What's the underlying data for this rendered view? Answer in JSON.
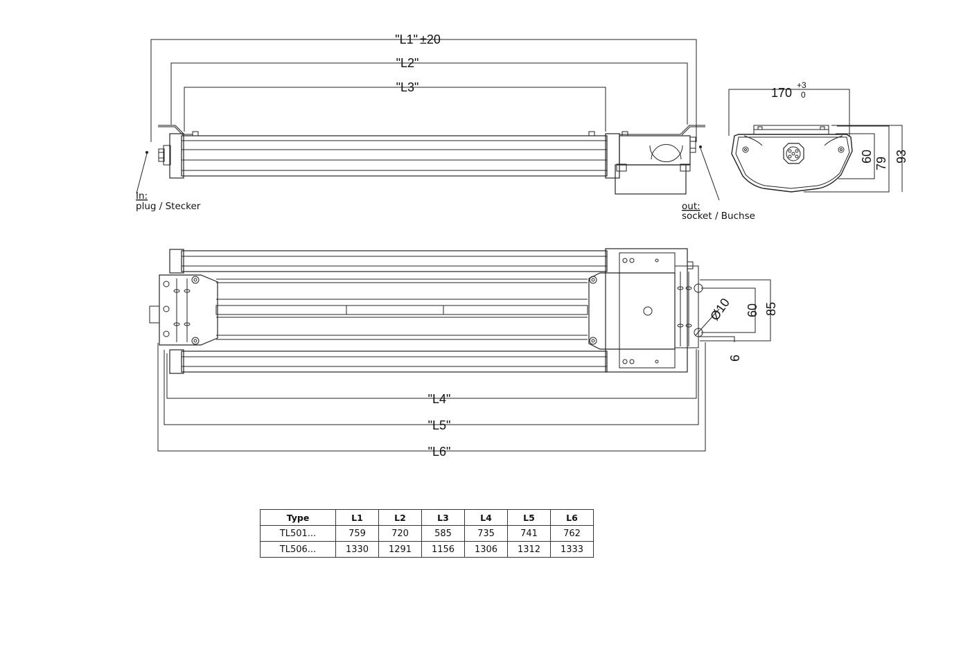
{
  "dimensions": {
    "L1": "\"L1\"",
    "L1_tol": "±20",
    "L2": "\"L2\"",
    "L3": "\"L3\"",
    "L4": "\"L4\"",
    "L5": "\"L5\"",
    "L6": "\"L6\"",
    "width": "170",
    "width_tol_upper": "+3",
    "width_tol_lower": "0",
    "h60": "60",
    "h79": "79",
    "h93": "93",
    "hole_dia": "Ø10",
    "hole_60": "60",
    "hole_85": "85",
    "offset_6": "6"
  },
  "labels": {
    "in_title": "In:",
    "in_text": "plug / Stecker",
    "out_title": "out:",
    "out_text": "socket / Buchse"
  },
  "table": {
    "headers": [
      "Type",
      "L1",
      "L2",
      "L3",
      "L4",
      "L5",
      "L6"
    ],
    "rows": [
      [
        "TL501...",
        "759",
        "720",
        "585",
        "735",
        "741",
        "762"
      ],
      [
        "TL506...",
        "1330",
        "1291",
        "1156",
        "1306",
        "1312",
        "1333"
      ]
    ]
  }
}
